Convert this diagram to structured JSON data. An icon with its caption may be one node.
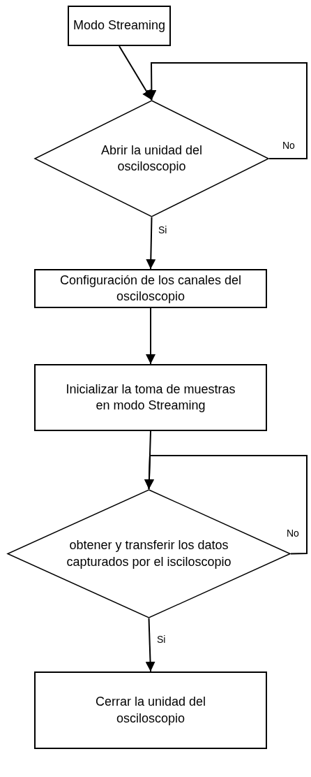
{
  "diagram": {
    "nodes": [
      {
        "text": [
          "Modo Streaming"
        ]
      },
      {
        "text": [
          "Abrir la unidad del osciloscopio"
        ]
      },
      {
        "text": [
          "Configuración de los canales del osciloscopio"
        ]
      },
      {
        "text": [
          "Inicializar la toma de muestras en modo Streaming"
        ]
      },
      {
        "text": [
          "obtener y transferir los datos capturados por el isciloscopio"
        ]
      },
      {
        "text": [
          "Cerrar la unidad del osciloscopio"
        ]
      }
    ],
    "edges": [
      {
        "from": 0,
        "to": 1,
        "arrow": "to"
      },
      {
        "from": 1,
        "to": 1,
        "arrow": "to",
        "label": "No"
      },
      {
        "from": 1,
        "to": 2,
        "arrow": "to",
        "label": "Si"
      },
      {
        "from": 2,
        "to": 3,
        "arrow": "to"
      },
      {
        "from": 3,
        "to": 4,
        "arrow": "to"
      },
      {
        "from": 4,
        "to": 4,
        "arrow": "to",
        "label": "No"
      },
      {
        "from": 4,
        "to": 5,
        "arrow": "to",
        "label": "Si"
      }
    ]
  }
}
